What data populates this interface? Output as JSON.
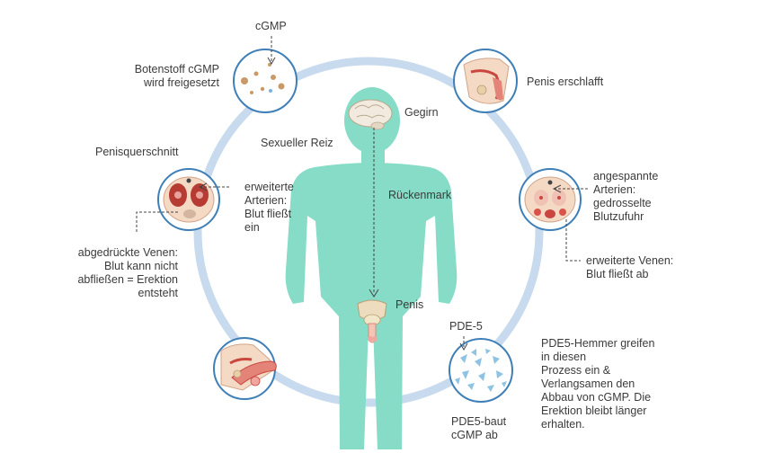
{
  "colors": {
    "ring": "#c7daee",
    "node_border": "#3f7fb8",
    "body": "#86dcc6",
    "dashed": "#444444",
    "tissue_red": "#c9473f",
    "skin": "#f4d9c4",
    "enzyme": "#8fc3e3",
    "granule": "#c99a67"
  },
  "icons": [
    "brain-icon",
    "pelvis-icon",
    "penis-flaccid-icon",
    "penis-erect-icon",
    "cross-section-dilated-icon",
    "cross-section-constricted-icon",
    "cgmp-granules-icon",
    "pde5-enzyme-icon"
  ],
  "labels": {
    "cgmp_top": "cGMP",
    "botenstoff_1": "Botenstoff cGMP",
    "botenstoff_2": "wird freigesetzt",
    "penisquerschnitt": "Penisquerschnitt",
    "erw_arterien_1": "erweiterte",
    "erw_arterien_2": "Arterien:",
    "erw_arterien_3": "Blut fließt",
    "erw_arterien_4": "ein",
    "venen_1": "abgedrückte Venen:",
    "venen_2": "Blut kann nicht",
    "venen_3": "abfließen = Erektion",
    "venen_4": "entsteht",
    "sexueller_reiz": "Sexueller Reiz",
    "gegirn": "Gegirn",
    "rueckenmark": "Rückenmark",
    "penis": "Penis",
    "penis_erschlafft": "Penis erschlafft",
    "angespannt_1": "angespannte",
    "angespannt_2": "Arterien:",
    "angespannt_3": "gedrosselte",
    "angespannt_4": "Blutzufuhr",
    "erw_venen_1": "erweiterte Venen:",
    "erw_venen_2": "Blut fließt ab",
    "pde5": "PDE-5",
    "pde5_baut_1": "PDE5-baut",
    "pde5_baut_2": "cGMP ab",
    "hemmer_1": "PDE5-Hemmer greifen",
    "hemmer_2": "in diesen",
    "hemmer_3": "Prozess ein &",
    "hemmer_4": "Verlangsamen den",
    "hemmer_5": "Abbau von cGMP. Die",
    "hemmer_6": "Erektion bleibt länger",
    "hemmer_7": "erhalten."
  }
}
